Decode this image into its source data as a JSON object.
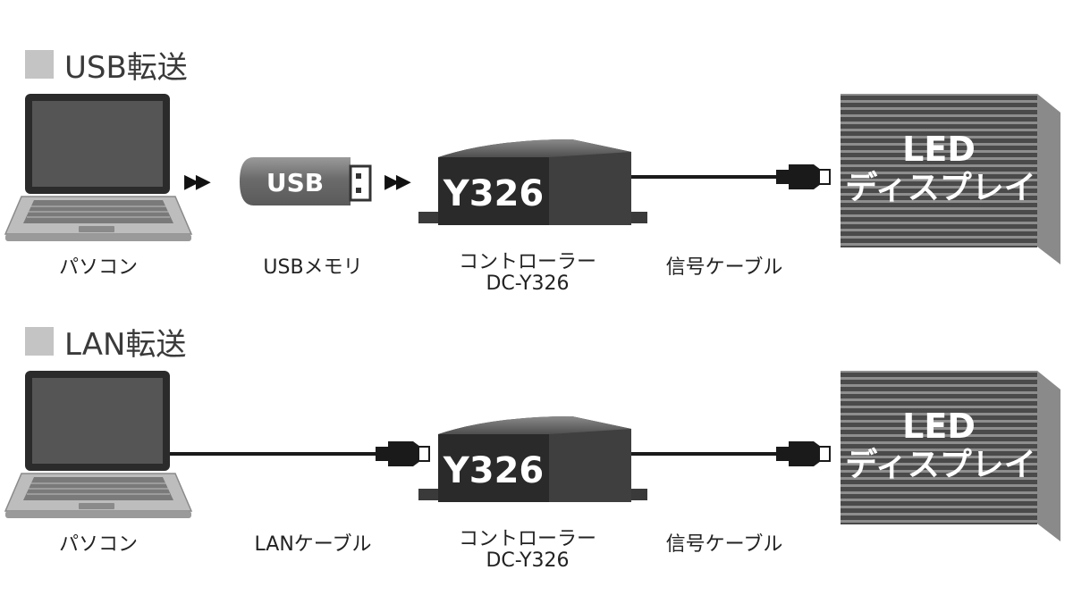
{
  "sections": [
    {
      "title": "USB転送",
      "pc_label": "パソコン",
      "media_label": "USBメモリ",
      "usb_stick_text": "USB",
      "controller_label_line1": "コントローラー",
      "controller_label_line2": "DC-Y326",
      "controller_text": "Y326",
      "signal_label": "信号ケーブル",
      "display_text_line1": "LED",
      "display_text_line2": "ディスプレイ",
      "arrow1": "▶▶",
      "arrow2": "▶▶"
    },
    {
      "title": "LAN転送",
      "pc_label": "パソコン",
      "media_label": "LANケーブル",
      "controller_label_line1": "コントローラー",
      "controller_label_line2": "DC-Y326",
      "controller_text": "Y326",
      "signal_label": "信号ケーブル",
      "display_text_line1": "LED",
      "display_text_line2": "ディスプレイ"
    }
  ]
}
